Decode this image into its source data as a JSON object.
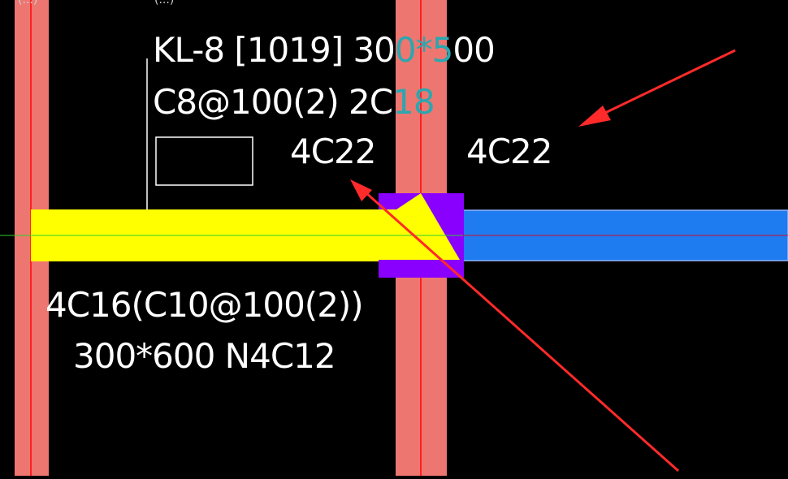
{
  "cad": {
    "top_fragments": [
      "(...)",
      "(...)"
    ],
    "beam_label": {
      "line1_prefix": "KL-8 [1019] 30",
      "line1_teal": "0*5",
      "line1_suffix": "00",
      "line2_prefix": "C8@100(2) 2C",
      "line2_teal": "18"
    },
    "rebar_left": "4C22",
    "rebar_right": "4C22",
    "secondary_label": {
      "line1": "4C16(C10@100(2))",
      "line2": "300*600 N4C12"
    },
    "colors": {
      "background": "#000000",
      "column": "#ee7670",
      "column_line": "#ff2020",
      "beam_yellow": "#ffff00",
      "beam_blue": "#1e7bf0",
      "joint_purple": "#8a00ff",
      "arrow_red": "#ff2a2a",
      "text": "#ffffff",
      "teal": "#2aa7b0"
    }
  }
}
